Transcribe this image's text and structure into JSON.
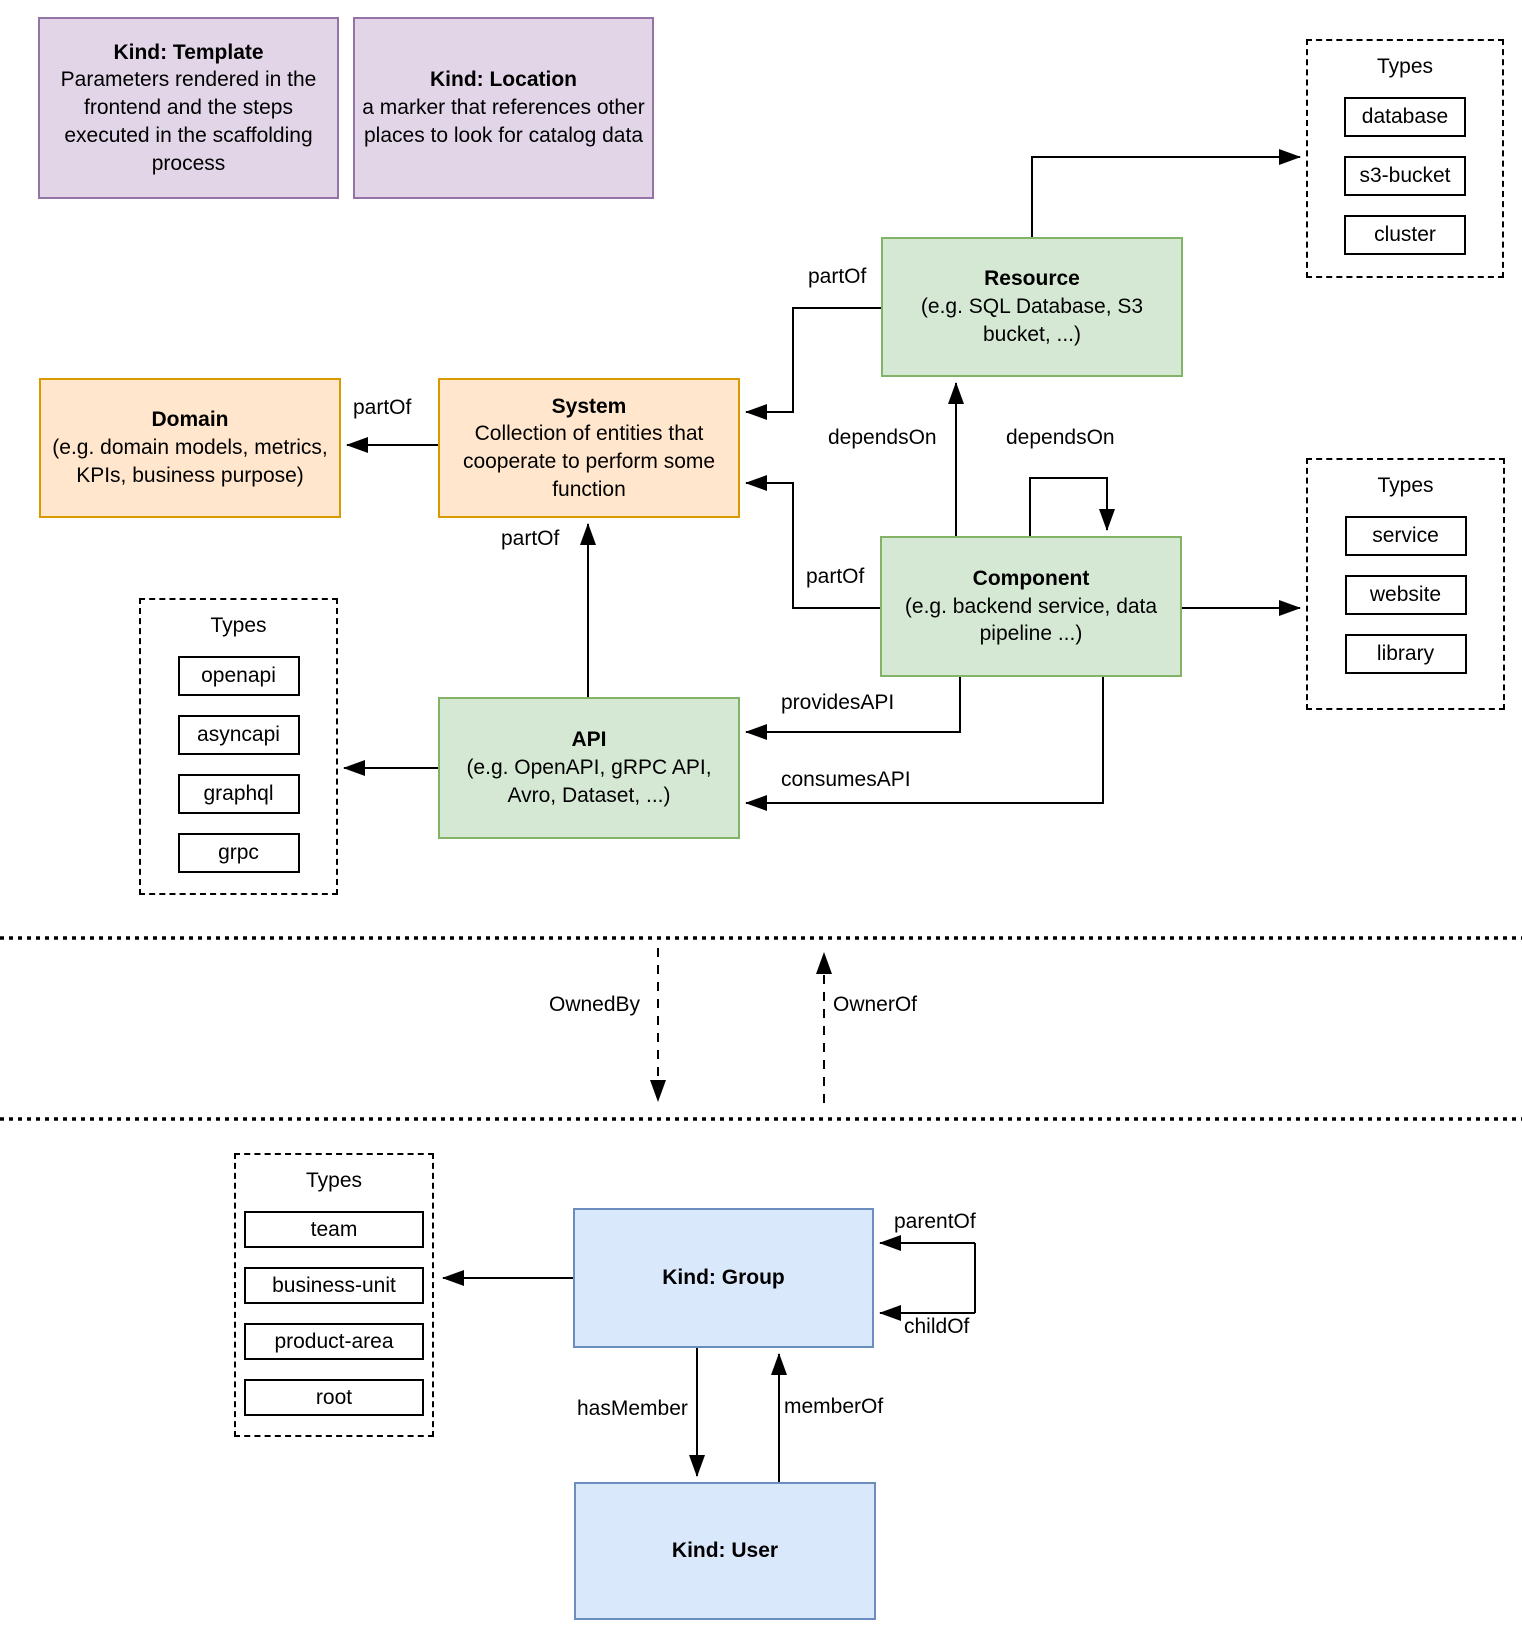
{
  "diagram": {
    "colors": {
      "purple_fill": "#e1d5e7",
      "purple_border": "#9673a6",
      "orange_fill": "#ffe6cc",
      "orange_border": "#d79b00",
      "green_fill": "#d5e8d4",
      "green_border": "#82b366",
      "blue_fill": "#dae8fc",
      "blue_border": "#6c8ebf",
      "line": "#000000"
    },
    "nodes": {
      "template": {
        "title": "Kind: Template",
        "body": "Parameters rendered in the frontend and the steps executed in  the scaffolding process"
      },
      "location": {
        "title": "Kind: Location",
        "body": "a marker that references other places to look for catalog data"
      },
      "resource": {
        "title": "Resource",
        "body": "(e.g. SQL Database, S3 bucket, ...)"
      },
      "domain": {
        "title": "Domain",
        "body": "(e.g.  domain models, metrics, KPIs, business purpose)"
      },
      "system": {
        "title": "System",
        "body": "Collection of entities that cooperate to perform some function"
      },
      "component": {
        "title": "Component",
        "body": "(e.g. backend service, data pipeline ...)"
      },
      "api": {
        "title": "API",
        "body": "(e.g. OpenAPI, gRPC API, Avro, Dataset, ...)"
      },
      "group": {
        "title": "Kind: Group"
      },
      "user": {
        "title": "Kind: User"
      }
    },
    "type_boxes": {
      "resource_types": {
        "title": "Types",
        "items": [
          "database",
          "s3-bucket",
          "cluster"
        ]
      },
      "component_types": {
        "title": "Types",
        "items": [
          "service",
          "website",
          "library"
        ]
      },
      "api_types": {
        "title": "Types",
        "items": [
          "openapi",
          "asyncapi",
          "graphql",
          "grpc"
        ]
      },
      "group_types": {
        "title": "Types",
        "items": [
          "team",
          "business-unit",
          "product-area",
          "root"
        ]
      }
    },
    "edge_labels": {
      "partof_resource_system": "partOf",
      "partof_system_domain": "partOf",
      "partof_api_system": "partOf",
      "partof_component_system": "partOf",
      "dependson_component_resource": "dependsOn",
      "dependson_component_component": "dependsOn",
      "providesapi": "providesAPI",
      "consumesapi": "consumesAPI",
      "ownedby": "OwnedBy",
      "ownerof": "OwnerOf",
      "parentof": "parentOf",
      "childof": "childOf",
      "hasmember": "hasMember",
      "memberof": "memberOf"
    }
  }
}
